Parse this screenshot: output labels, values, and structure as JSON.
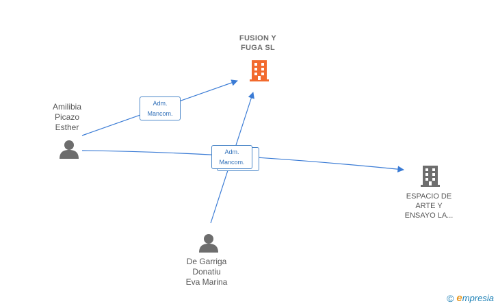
{
  "nodes": {
    "fusion": {
      "label_lines": [
        "FUSION Y",
        "FUGA  SL"
      ],
      "icon": "building-icon",
      "color": "#f26a2e"
    },
    "espacio": {
      "label_lines": [
        "ESPACIO DE",
        "ARTE Y",
        "ENSAYO LA..."
      ],
      "icon": "building-icon",
      "color": "#6d6d6d"
    },
    "amilibia": {
      "label_lines": [
        "Amilibia",
        "Picazo",
        "Esther"
      ],
      "icon": "person-icon",
      "color": "#6d6d6d"
    },
    "garriga": {
      "label_lines": [
        "De Garriga",
        "Donatiu",
        "Eva Marina"
      ],
      "icon": "person-icon",
      "color": "#6d6d6d"
    }
  },
  "edges": {
    "label_top": {
      "lines": [
        "Adm.",
        "Mancom."
      ]
    },
    "label_middle": {
      "lines": [
        "Adm.",
        "Mancom."
      ]
    }
  },
  "colors": {
    "edge": "#3a7bd5",
    "edge_label_text": "#2f6fb8"
  },
  "watermark": {
    "symbol": "©",
    "brand_initial": "e",
    "brand_rest": "mpresia"
  }
}
